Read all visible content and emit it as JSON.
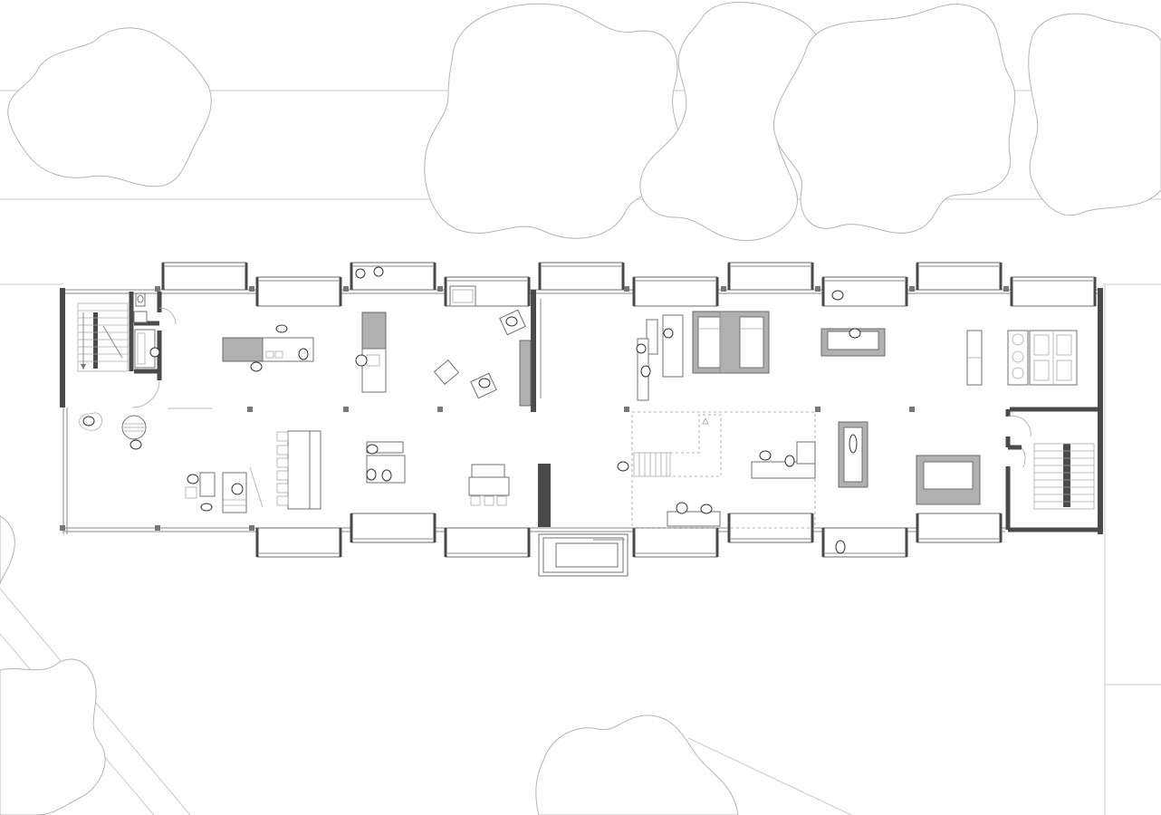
{
  "drawing": {
    "type": "architectural floor plan",
    "colors": {
      "background": "#ffffff",
      "wall": "#4a4a4a",
      "line": "#8a8a8a",
      "tree_outline": "#b4b4b4",
      "fill_grey": "#b0b0b0"
    },
    "bay_windows_north": 10,
    "bay_windows_south": 8,
    "structural_columns": 18,
    "stairwells": 2,
    "tree_canopies": 6
  }
}
